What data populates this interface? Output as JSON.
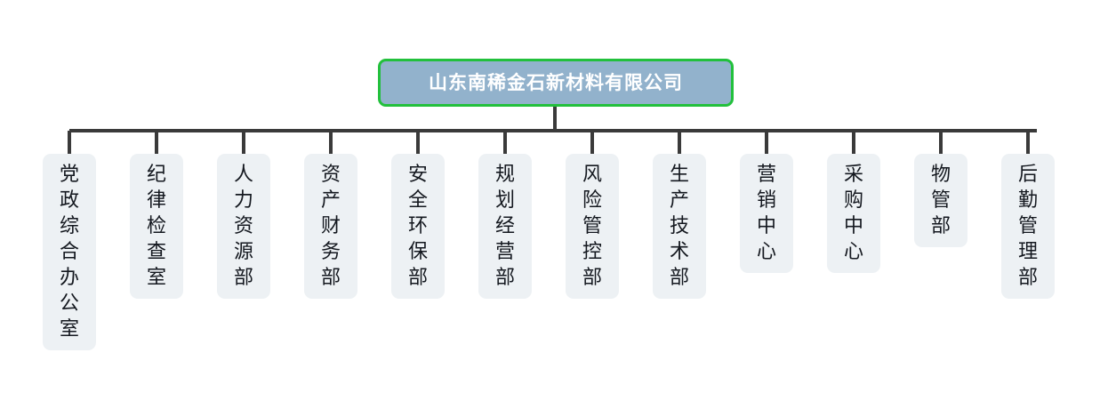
{
  "chart_type": "organization-chart",
  "colors": {
    "root_fill": "#92b2cc",
    "root_border": "#22c03c",
    "root_text": "#ffffff",
    "node_fill": "#edf1f4",
    "node_text": "#14181f",
    "connector": "#3a3a3a",
    "background": "#ffffff"
  },
  "root": {
    "label": "山东南稀金石新材料有限公司"
  },
  "departments": [
    {
      "label": "党政综合办公室",
      "chars": [
        "党",
        "政",
        "综",
        "合",
        "办",
        "公",
        "室"
      ]
    },
    {
      "label": "纪律检查室",
      "chars": [
        "纪",
        "律",
        "检",
        "查",
        "室"
      ]
    },
    {
      "label": "人力资源部",
      "chars": [
        "人",
        "力",
        "资",
        "源",
        "部"
      ]
    },
    {
      "label": "资产财务部",
      "chars": [
        "资",
        "产",
        "财",
        "务",
        "部"
      ]
    },
    {
      "label": "安全环保部",
      "chars": [
        "安",
        "全",
        "环",
        "保",
        "部"
      ]
    },
    {
      "label": "规划经营部",
      "chars": [
        "规",
        "划",
        "经",
        "营",
        "部"
      ]
    },
    {
      "label": "风险管控部",
      "chars": [
        "风",
        "险",
        "管",
        "控",
        "部"
      ]
    },
    {
      "label": "生产技术部",
      "chars": [
        "生",
        "产",
        "技",
        "术",
        "部"
      ]
    },
    {
      "label": "营销中心",
      "chars": [
        "营",
        "销",
        "中",
        "心"
      ]
    },
    {
      "label": "采购中心",
      "chars": [
        "采",
        "购",
        "中",
        "心"
      ]
    },
    {
      "label": "物管部",
      "chars": [
        "物",
        "管",
        "部"
      ]
    },
    {
      "label": "后勤管理部",
      "chars": [
        "后",
        "勤",
        "管",
        "理",
        "部"
      ]
    }
  ]
}
